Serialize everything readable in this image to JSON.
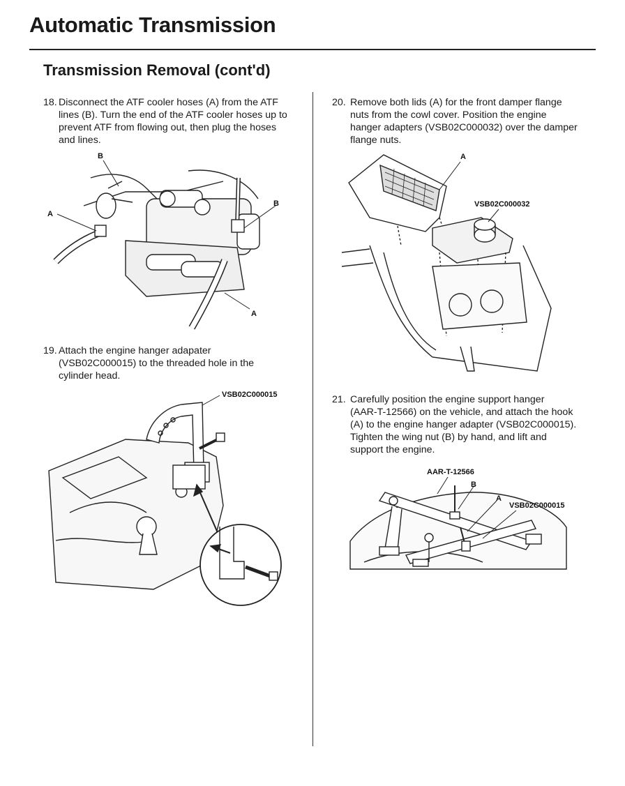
{
  "header": {
    "title": "Automatic Transmission",
    "section": "Transmission Removal (cont'd)"
  },
  "steps": [
    {
      "number": "18.",
      "lines": [
        "Disconnect the ATF cooler hoses (A) from the ATF",
        "lines (B). Turn the end of the ATF cooler hoses up to",
        "prevent ATF from flowing out, then plug the hoses",
        "and lines."
      ],
      "figure": {
        "callouts": [
          "B",
          "B",
          "A",
          "A"
        ]
      }
    },
    {
      "number": "19.",
      "lines": [
        "Attach the engine hanger adapater",
        "(VSB02C000015) to the threaded hole in the",
        "cylinder head."
      ],
      "figure": {
        "callouts": [
          "VSB02C000015"
        ]
      }
    },
    {
      "number": "20.",
      "lines": [
        "Remove both lids (A) for the front damper flange",
        "nuts from the cowl cover. Position the engine",
        "hanger adapters (VSB02C000032) over the damper",
        "flange nuts."
      ],
      "figure": {
        "callouts": [
          "A",
          "VSB02C000032"
        ]
      }
    },
    {
      "number": "21.",
      "lines": [
        "Carefully position the engine support hanger",
        "(AAR-T-12566) on the vehicle, and attach the hook",
        "(A) to the engine hanger adapter (VSB02C000015).",
        "Tighten the wing nut (B) by hand, and lift and",
        "support the engine."
      ],
      "figure": {
        "callouts": [
          "AAR-T-12566",
          "B",
          "A",
          "VSB02C000015"
        ]
      }
    }
  ]
}
